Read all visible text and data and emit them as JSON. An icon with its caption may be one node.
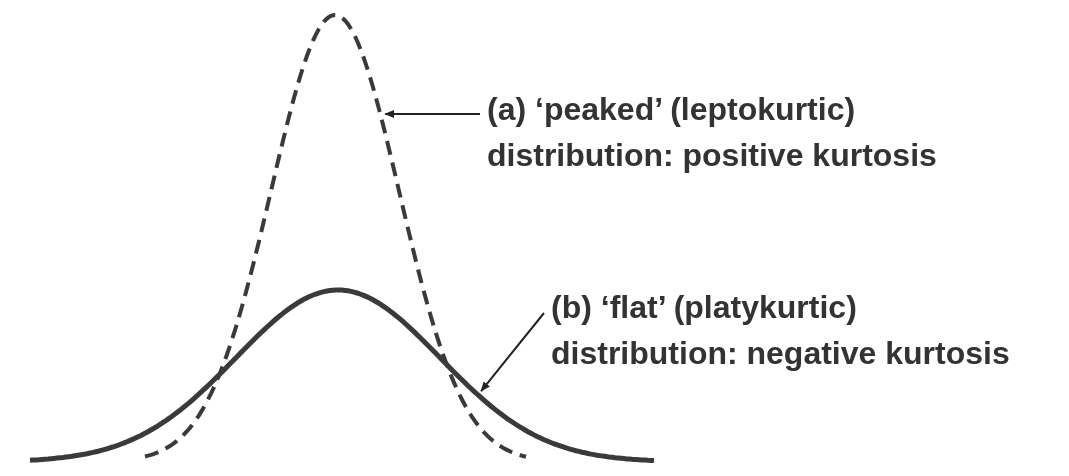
{
  "diagram": {
    "nodes": [
      {
        "text": [
          "(a) ‘peaked’ (leptokurtic) distribution: positive kurtosis"
        ]
      },
      {
        "text": [],
        "shape": "curve"
      },
      {
        "text": [
          "(b) ‘flat’ (platykurtic) distribution: negative kurtosis"
        ]
      },
      {
        "text": [],
        "shape": "curve"
      }
    ],
    "edges": [
      {
        "from": 0,
        "to": 1,
        "arrow": "to"
      },
      {
        "from": 2,
        "to": 3,
        "arrow": "to"
      }
    ]
  }
}
